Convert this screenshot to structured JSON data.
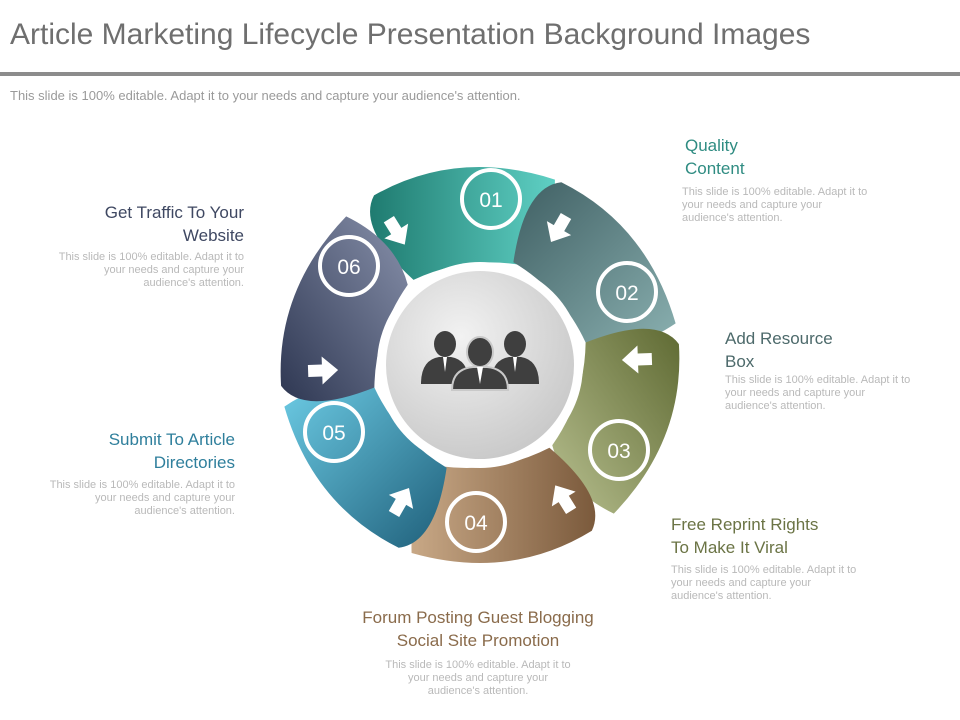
{
  "title": "Article Marketing Lifecycle Presentation Background Images",
  "subtitle": "This slide is 100% editable. Adapt it to your needs and capture your audience's attention.",
  "center_icon": "people-group-icon",
  "steps": [
    {
      "number": "01",
      "label1": "Quality",
      "label2": "Content",
      "desc1": "This slide is 100% editable. Adapt it to",
      "desc2": "your needs and capture your",
      "desc3": "audience's attention.",
      "color": "#3aa79b"
    },
    {
      "number": "02",
      "label1": "Add Resource",
      "label2": "Box",
      "desc1": "This slide is 100% editable. Adapt it to",
      "desc2": "your needs and capture your",
      "desc3": "audience's attention.",
      "color": "#5f7f80"
    },
    {
      "number": "03",
      "label1": "Free Reprint Rights",
      "label2": "To Make It Viral",
      "desc1": "This slide is 100% editable. Adapt it to",
      "desc2": "your needs and capture your",
      "desc3": "audience's attention.",
      "color": "#7f8c56"
    },
    {
      "number": "04",
      "label1": "Forum Posting Guest Blogging",
      "label2": "Social Site Promotion",
      "desc1": "This slide is 100% editable. Adapt it to",
      "desc2": "your needs and capture your",
      "desc3": "audience's attention.",
      "color": "#a08465"
    },
    {
      "number": "05",
      "label1": "Submit To Article",
      "label2": "Directories",
      "desc1": "This slide is 100% editable. Adapt it to",
      "desc2": "your needs and capture your",
      "desc3": "audience's attention.",
      "color": "#3f96b4"
    },
    {
      "number": "06",
      "label1": "Get Traffic To Your",
      "label2": "Website",
      "desc1": "This slide is 100% editable. Adapt it to",
      "desc2": "your needs and capture your",
      "desc3": "audience's attention.",
      "color": "#4b5674"
    }
  ]
}
